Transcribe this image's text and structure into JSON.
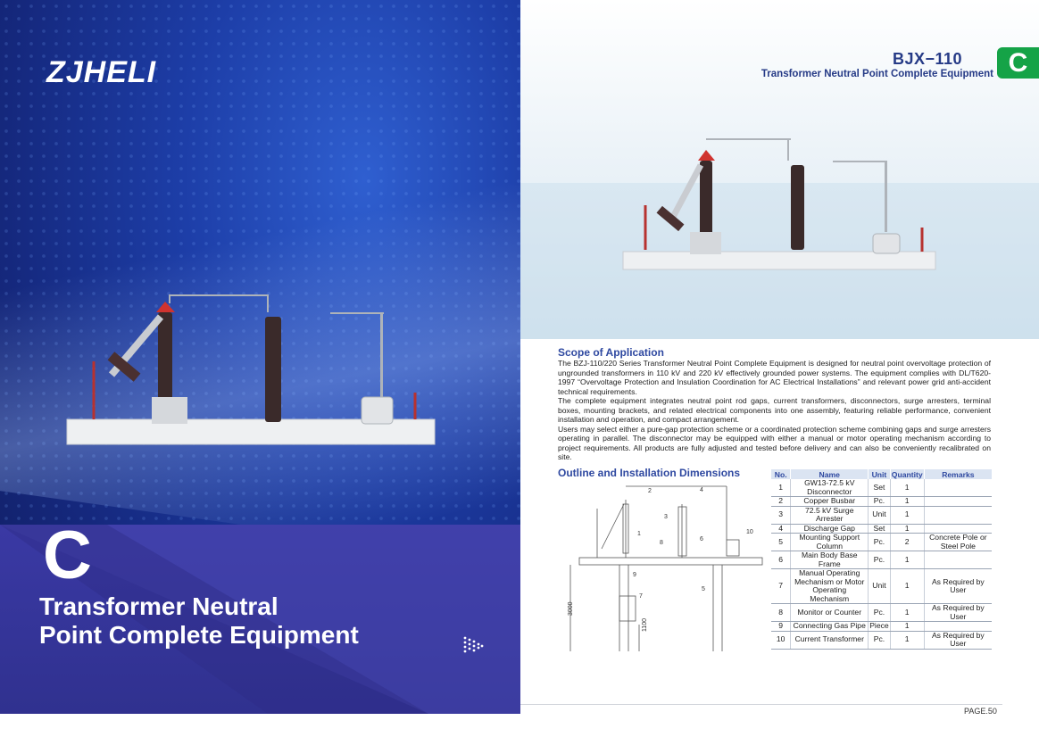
{
  "brand": {
    "logo_text": "ZJHELI"
  },
  "cover": {
    "letter": "C",
    "title_line1": "Transformer Neutral",
    "title_line2": "Point Complete Equipment"
  },
  "header": {
    "code": "BJX−110",
    "subtitle": "Transformer Neutral Point Complete Equipment",
    "badge": "C",
    "badge_color": "#15a347",
    "text_color": "#253a86"
  },
  "scope": {
    "title": "Scope of Application",
    "paragraphs": [
      "The BZJ-110/220 Series Transformer Neutral Point Complete Equipment is designed for neutral point overvoltage protection of ungrounded transformers in 110 kV and 220 kV effectively grounded power systems. The equipment complies with DL/T620-1997 “Overvoltage Protection and Insulation Coordination for AC Electrical Installations” and relevant power grid anti-accident technical requirements.",
      "The complete equipment integrates neutral point rod gaps, current transformers, disconnectors, surge arresters, terminal boxes, mounting brackets, and related electrical components into one assembly, featuring reliable performance, convenient installation and operation, and compact arrangement.",
      "Users may select either a pure-gap protection scheme or a coordinated protection scheme combining gaps and surge arresters operating in parallel. The disconnector may be equipped with either a manual or motor operating mechanism according to project requirements. All products are fully adjusted and tested before delivery and can also be conveniently recalibrated on site."
    ]
  },
  "outline": {
    "title": "Outline and Installation Dimensions",
    "labels": [
      "1",
      "2",
      "3",
      "4",
      "5",
      "6",
      "7",
      "8",
      "9",
      "10"
    ],
    "dim_3000": "3000",
    "dim_1100": "1100"
  },
  "table": {
    "headers": [
      "No.",
      "Name",
      "Unit",
      "Quantity",
      "Remarks"
    ],
    "rows": [
      [
        "1",
        "GW13-72.5 kV Disconnector",
        "Set",
        "1",
        ""
      ],
      [
        "2",
        "Copper Busbar",
        "Pc.",
        "1",
        ""
      ],
      [
        "3",
        "72.5 kV Surge Arrester",
        "Unit",
        "1",
        ""
      ],
      [
        "4",
        "Discharge Gap",
        "Set",
        "1",
        ""
      ],
      [
        "5",
        "Mounting Support Column",
        "Pc.",
        "2",
        "Concrete Pole or Steel Pole"
      ],
      [
        "6",
        "Main Body Base Frame",
        "Pc.",
        "1",
        ""
      ],
      [
        "7",
        "Manual Operating Mechanism or Motor Operating Mechanism",
        "Unit",
        "1",
        "As Required by User"
      ],
      [
        "8",
        "Monitor or Counter",
        "Pc.",
        "1",
        "As Required by User"
      ],
      [
        "9",
        "Connecting Gas Pipe",
        "Piece",
        "1",
        ""
      ],
      [
        "10",
        "Current Transformer",
        "Pc.",
        "1",
        "As Required by User"
      ]
    ]
  },
  "footer": {
    "page": "PAGE.50"
  }
}
